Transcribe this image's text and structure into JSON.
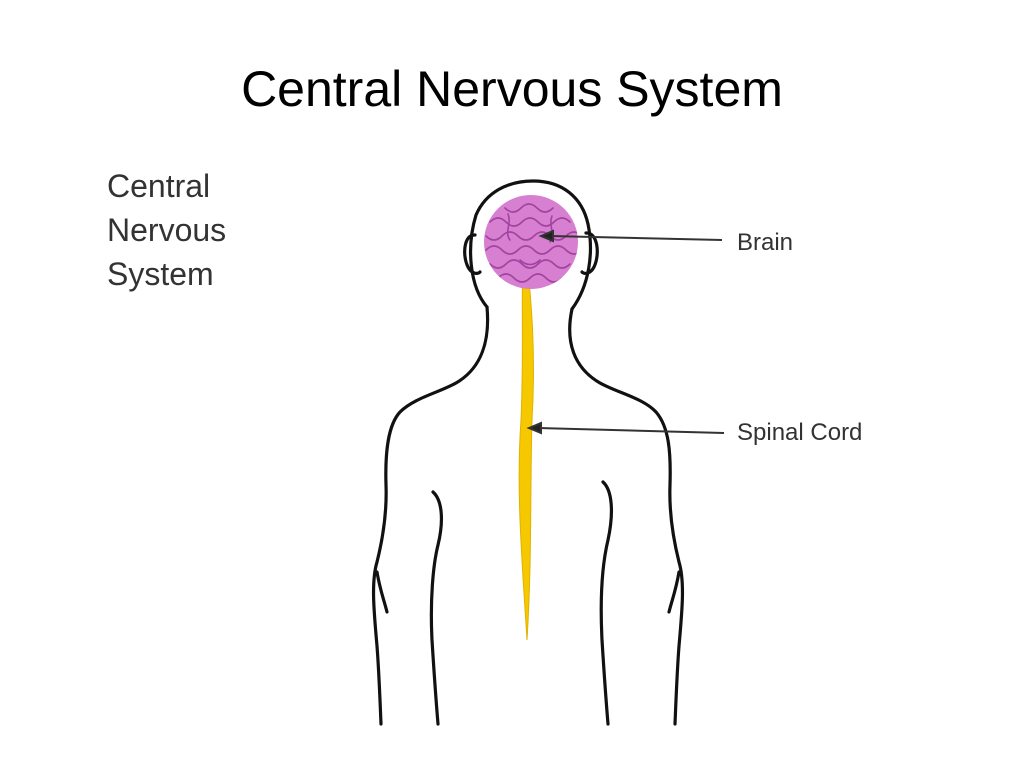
{
  "slide": {
    "title": "Central Nervous System"
  },
  "diagram": {
    "side_label_lines": [
      "Central",
      "Nervous",
      "System"
    ],
    "callouts": {
      "brain": "Brain",
      "spinal_cord": "Spinal Cord"
    },
    "colors": {
      "outline": "#111111",
      "brain": "#d77fd0",
      "brain_folds": "#a2439f",
      "spinal_cord": "#f5c800",
      "leader": "#333333",
      "text": "#333333"
    }
  }
}
